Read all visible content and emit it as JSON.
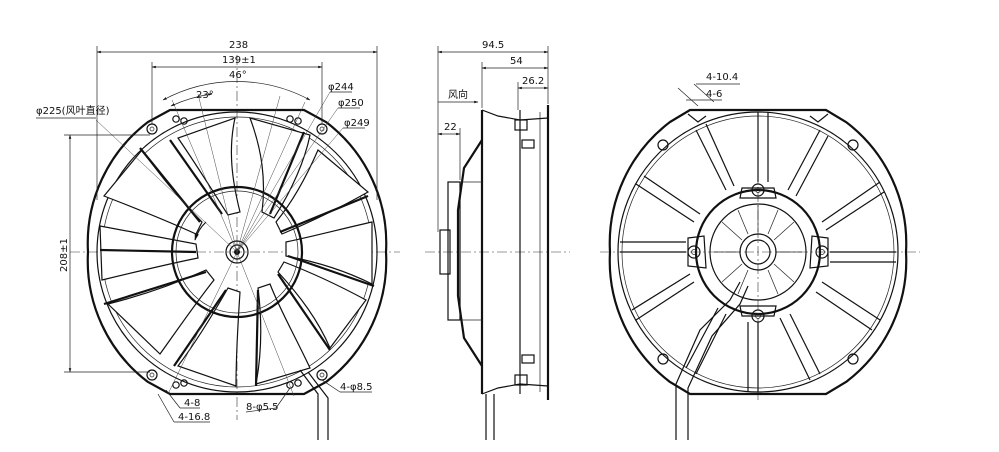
{
  "front_view": {
    "overall_width": "238",
    "mount_spacing": "139±1",
    "outer_angle": "46°",
    "inner_angle": "23°",
    "fan_diameter": "φ225(风叶直径)",
    "dia_244": "φ244",
    "dia_250": "φ250",
    "dia_249": "φ249",
    "height": "208±1",
    "slot_small": "4-8",
    "slot_large": "4-16.8",
    "holes_small": "8-φ5.5",
    "holes_large": "4-φ8.5"
  },
  "side_view": {
    "overall_depth": "94.5",
    "depth_54": "54",
    "depth_26": "26.2",
    "airflow": "风向",
    "depth_22": "22"
  },
  "rear_view": {
    "slot_width": "4-10.4",
    "slot_hole": "4-6"
  }
}
